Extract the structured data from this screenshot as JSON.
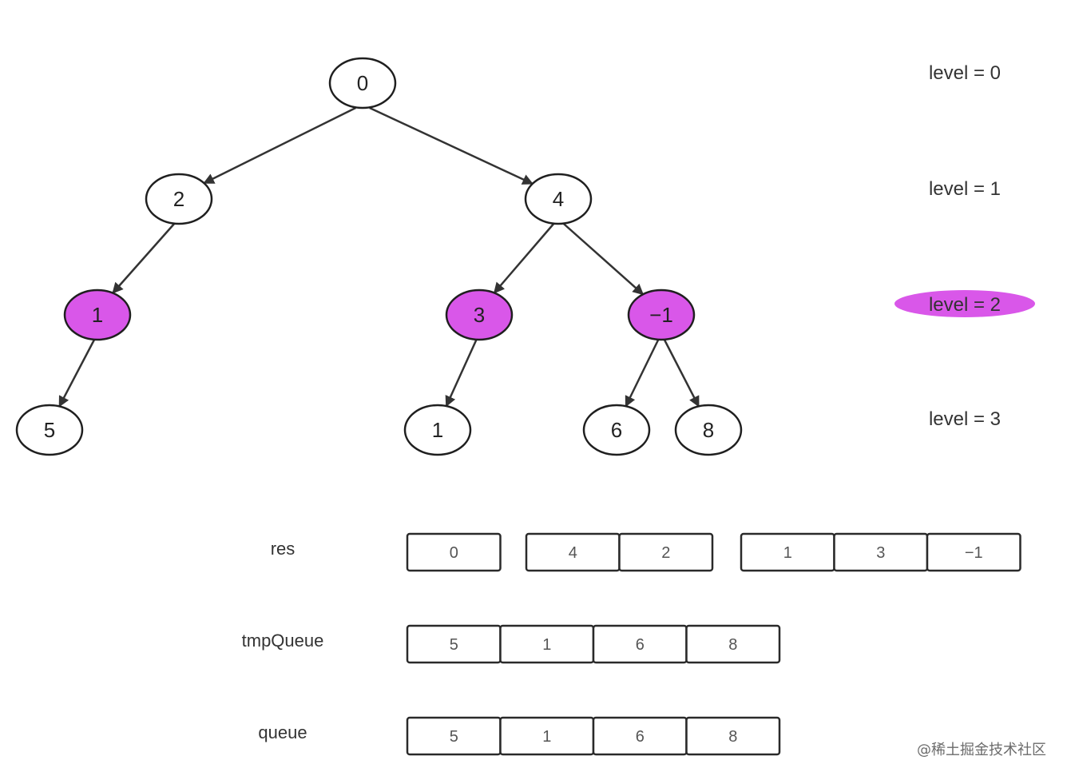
{
  "colors": {
    "highlight": "#d957e9",
    "node_fill": "#ffffff",
    "stroke": "#1f1f1f"
  },
  "tree": {
    "nodes": [
      {
        "id": "n0",
        "value": "0",
        "highlighted": false
      },
      {
        "id": "n2",
        "value": "2",
        "highlighted": false
      },
      {
        "id": "n4",
        "value": "4",
        "highlighted": false
      },
      {
        "id": "n1",
        "value": "1",
        "highlighted": true
      },
      {
        "id": "n3",
        "value": "3",
        "highlighted": true
      },
      {
        "id": "nm1",
        "value": "−1",
        "highlighted": true
      },
      {
        "id": "n5",
        "value": "5",
        "highlighted": false
      },
      {
        "id": "n1b",
        "value": "1",
        "highlighted": false
      },
      {
        "id": "n6",
        "value": "6",
        "highlighted": false
      },
      {
        "id": "n8",
        "value": "8",
        "highlighted": false
      }
    ],
    "edges": [
      [
        "n0",
        "n2"
      ],
      [
        "n0",
        "n4"
      ],
      [
        "n2",
        "n1"
      ],
      [
        "n4",
        "n3"
      ],
      [
        "n4",
        "nm1"
      ],
      [
        "n1",
        "n5"
      ],
      [
        "n3",
        "n1b"
      ],
      [
        "nm1",
        "n6"
      ],
      [
        "nm1",
        "n8"
      ]
    ]
  },
  "levels": [
    {
      "label": "level = 0",
      "highlighted": false
    },
    {
      "label": "level = 1",
      "highlighted": false
    },
    {
      "label": "level = 2",
      "highlighted": true
    },
    {
      "label": "level = 3",
      "highlighted": false
    }
  ],
  "rows": [
    {
      "name": "res",
      "groups": [
        [
          "0"
        ],
        [
          "4",
          "2"
        ],
        [
          "1",
          "3",
          "−1"
        ]
      ]
    },
    {
      "name": "tmpQueue",
      "groups": [
        [
          "5",
          "1",
          "6",
          "8"
        ]
      ]
    },
    {
      "name": "queue",
      "groups": [
        [
          "5",
          "1",
          "6",
          "8"
        ]
      ]
    }
  ],
  "watermark": "@稀土掘金技术社区"
}
